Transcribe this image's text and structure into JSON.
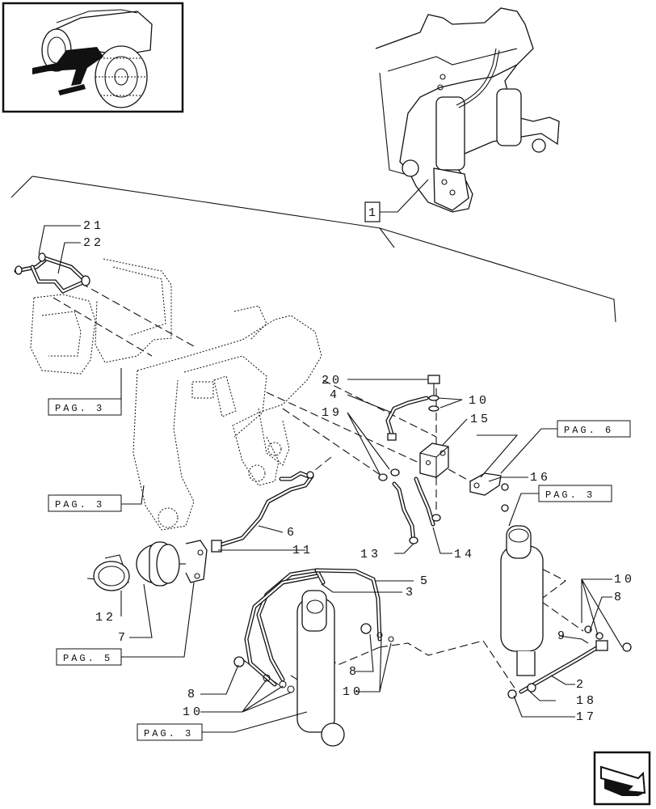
{
  "reference_box_label": "1",
  "page_refs": [
    "PAG. 3",
    "PAG. 3",
    "PAG. 6",
    "PAG. 3",
    "PAG. 5",
    "PAG. 3"
  ],
  "callouts": [
    "21",
    "22",
    "20",
    "4",
    "10",
    "19",
    "15",
    "16",
    "6",
    "11",
    "13",
    "14",
    "5",
    "3",
    "12",
    "7",
    "10",
    "8",
    "9",
    "2",
    "18",
    "17",
    "8",
    "10",
    "8",
    "10"
  ],
  "icons": {
    "thumbnail": "tractor-thumbnail-icon",
    "navigation": "next-page-arrow-icon"
  }
}
